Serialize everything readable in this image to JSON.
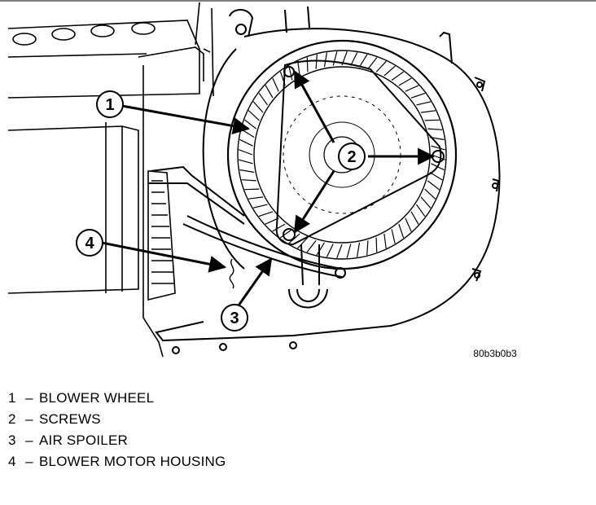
{
  "figure_id": "80b3b0b3",
  "callouts": [
    {
      "id": "1",
      "label": "1"
    },
    {
      "id": "2",
      "label": "2"
    },
    {
      "id": "3",
      "label": "3"
    },
    {
      "id": "4",
      "label": "4"
    }
  ],
  "legend": [
    {
      "num": "1",
      "text": "BLOWER WHEEL"
    },
    {
      "num": "2",
      "text": "SCREWS"
    },
    {
      "num": "3",
      "text": "AIR SPOILER"
    },
    {
      "num": "4",
      "text": "BLOWER MOTOR HOUSING"
    }
  ]
}
